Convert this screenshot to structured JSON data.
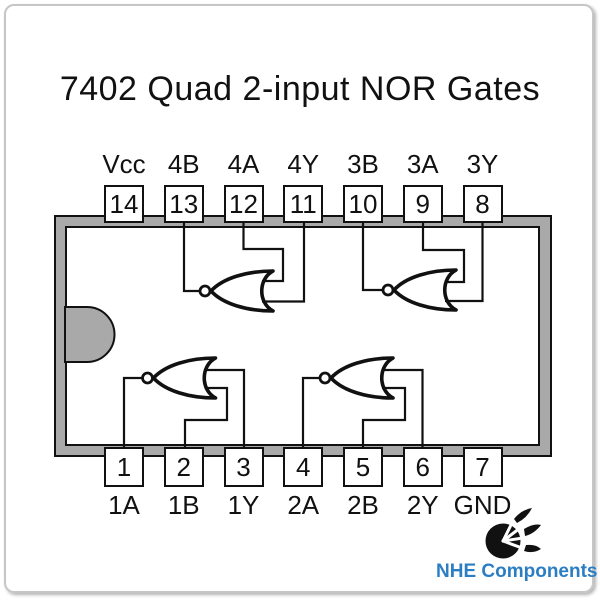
{
  "title": "7402 Quad 2-input NOR Gates",
  "chip": {
    "pins_top": [
      {
        "number": "14",
        "label": "Vcc"
      },
      {
        "number": "13",
        "label": "4B"
      },
      {
        "number": "12",
        "label": "4A"
      },
      {
        "number": "11",
        "label": "4Y"
      },
      {
        "number": "10",
        "label": "3B"
      },
      {
        "number": "9",
        "label": "3A"
      },
      {
        "number": "8",
        "label": "3Y"
      }
    ],
    "pins_bottom": [
      {
        "number": "1",
        "label": "1A"
      },
      {
        "number": "2",
        "label": "1B"
      },
      {
        "number": "3",
        "label": "1Y"
      },
      {
        "number": "4",
        "label": "2A"
      },
      {
        "number": "5",
        "label": "2B"
      },
      {
        "number": "6",
        "label": "2Y"
      },
      {
        "number": "7",
        "label": "GND"
      }
    ],
    "gates": [
      {
        "id": "gate-top-left",
        "type": "NOR",
        "bubble_output_pin": "13",
        "input_pins": [
          "12",
          "11"
        ]
      },
      {
        "id": "gate-top-right",
        "type": "NOR",
        "bubble_output_pin": "10",
        "input_pins": [
          "9",
          "8"
        ]
      },
      {
        "id": "gate-bottom-left",
        "type": "NOR",
        "bubble_output_pin": "1",
        "input_pins": [
          "3",
          "2"
        ]
      },
      {
        "id": "gate-bottom-right",
        "type": "NOR",
        "bubble_output_pin": "4",
        "input_pins": [
          "6",
          "5"
        ]
      }
    ]
  },
  "branding": {
    "logo_text": "NHE Components",
    "logo_color": "#2b7ec3"
  },
  "colors": {
    "chip_body_gray": "#a9a9a9",
    "line_black": "#111111",
    "background": "#ffffff"
  }
}
